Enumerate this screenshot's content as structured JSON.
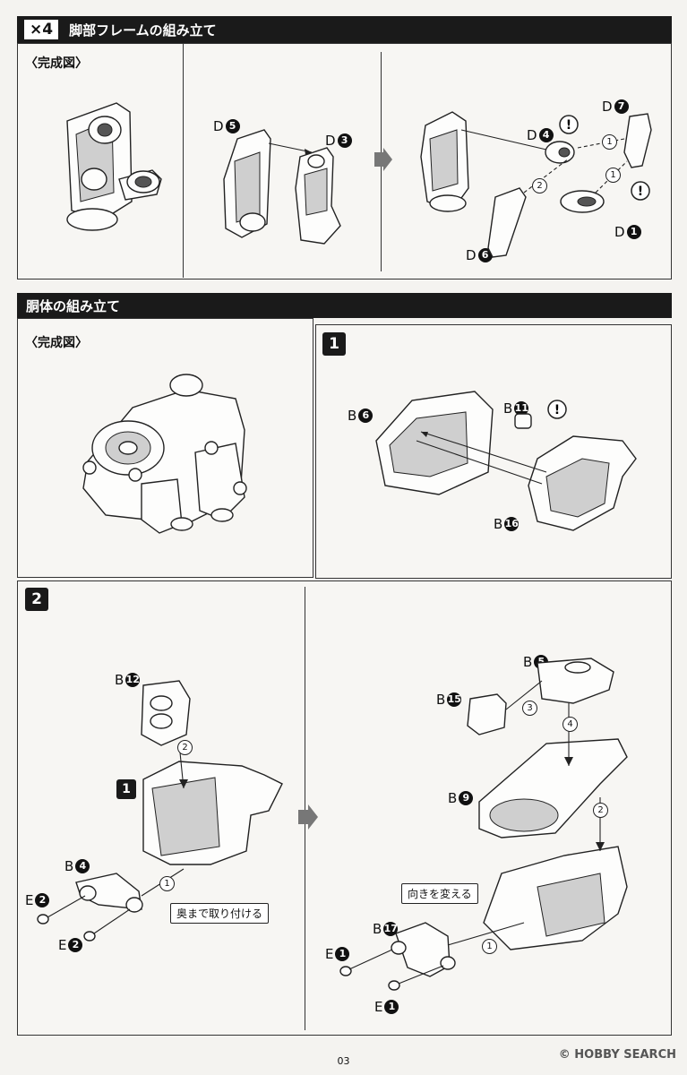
{
  "section1": {
    "quantity": "×4",
    "title": "脚部フレームの組み立て",
    "completed_label": "〈完成図〉",
    "parts": [
      {
        "letter": "D",
        "num": "5"
      },
      {
        "letter": "D",
        "num": "3"
      },
      {
        "letter": "D",
        "num": "4"
      },
      {
        "letter": "D",
        "num": "7"
      },
      {
        "letter": "D",
        "num": "6"
      },
      {
        "letter": "D",
        "num": "1"
      }
    ],
    "order": [
      "1",
      "1",
      "2"
    ]
  },
  "section2": {
    "title": "胴体の組み立て",
    "completed_label": "〈完成図〉",
    "step1": {
      "num": "1",
      "parts": [
        {
          "letter": "B",
          "num": "6"
        },
        {
          "letter": "B",
          "num": "11"
        },
        {
          "letter": "B",
          "num": "16"
        }
      ]
    },
    "step2": {
      "num": "2",
      "ref_step": "1",
      "left_parts": [
        {
          "letter": "B",
          "num": "12"
        },
        {
          "letter": "B",
          "num": "4"
        },
        {
          "letter": "E",
          "num": "2"
        },
        {
          "letter": "E",
          "num": "2"
        }
      ],
      "left_order": [
        "2",
        "1"
      ],
      "callout_insert": "奥まで取り付ける",
      "right_parts": [
        {
          "letter": "B",
          "num": "5"
        },
        {
          "letter": "B",
          "num": "15"
        },
        {
          "letter": "B",
          "num": "9"
        },
        {
          "letter": "B",
          "num": "17"
        },
        {
          "letter": "E",
          "num": "1"
        },
        {
          "letter": "E",
          "num": "1"
        }
      ],
      "right_order": [
        "3",
        "4",
        "2",
        "1"
      ],
      "callout_direction": "向きを変える"
    }
  },
  "footer": {
    "page_number": "03",
    "watermark": "© HOBBY SEARCH"
  }
}
